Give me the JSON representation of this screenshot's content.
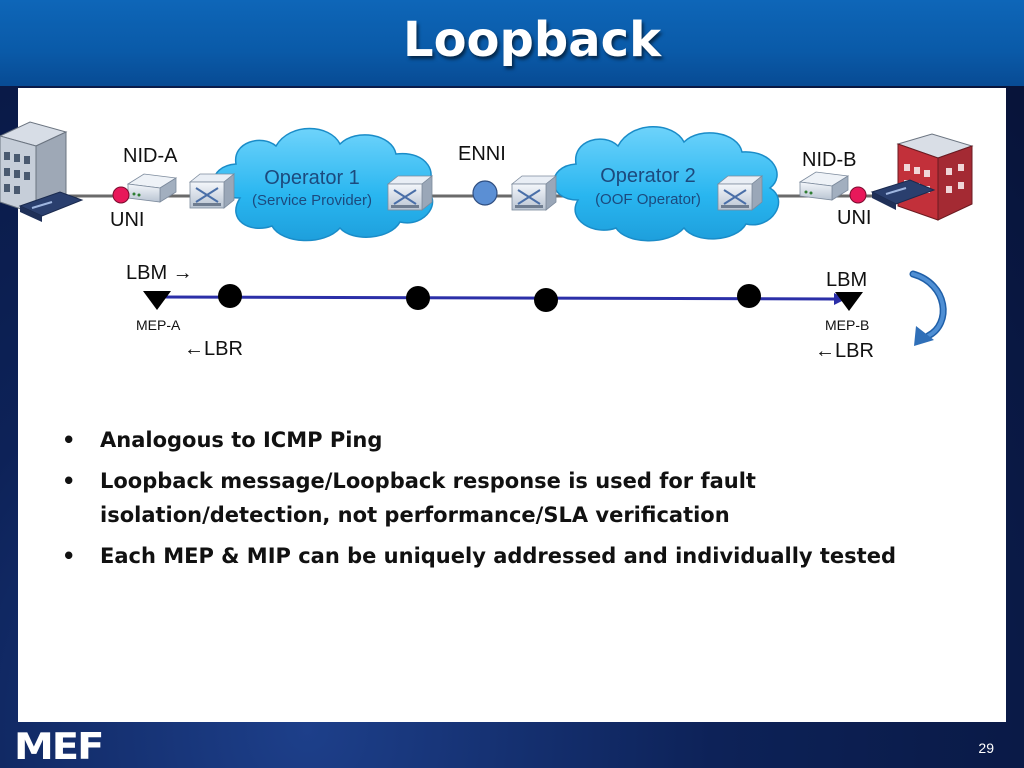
{
  "slide": {
    "title": "Loopback",
    "page_number": "29",
    "logo": "MEF"
  },
  "diagram": {
    "nid_a": "NID-A",
    "nid_b": "NID-B",
    "uni_left": "UNI",
    "uni_right": "UNI",
    "enni": "ENNI",
    "operator1_name": "Operator 1",
    "operator1_role": "(Service Provider)",
    "operator2_name": "Operator 2",
    "operator2_role": "(OOF Operator)",
    "lbm_left": "LBM →",
    "lbm_right": "LBM",
    "mep_a": "MEP-A",
    "mep_b": "MEP-B",
    "lbr_left": "←LBR",
    "lbr_right": "←LBR",
    "colors": {
      "cloud": "#29b6f0",
      "uni_dot": "#e8185a",
      "enni_dot": "#5b8fd4",
      "lbm_line": "#2b2fa8",
      "loop_arrow": "#2f6fb8"
    },
    "icons": [
      "building-icon",
      "nid-device-icon",
      "switch-icon",
      "cloud-icon",
      "mep-triangle-icon",
      "mip-dot-icon",
      "loop-arrow-icon"
    ]
  },
  "bullets": [
    "Analogous to ICMP Ping",
    "Loopback message/Loopback response is used for fault isolation/detection, not performance/SLA verification",
    "Each MEP & MIP can be uniquely addressed and individually tested"
  ],
  "bullet_marker": "•"
}
